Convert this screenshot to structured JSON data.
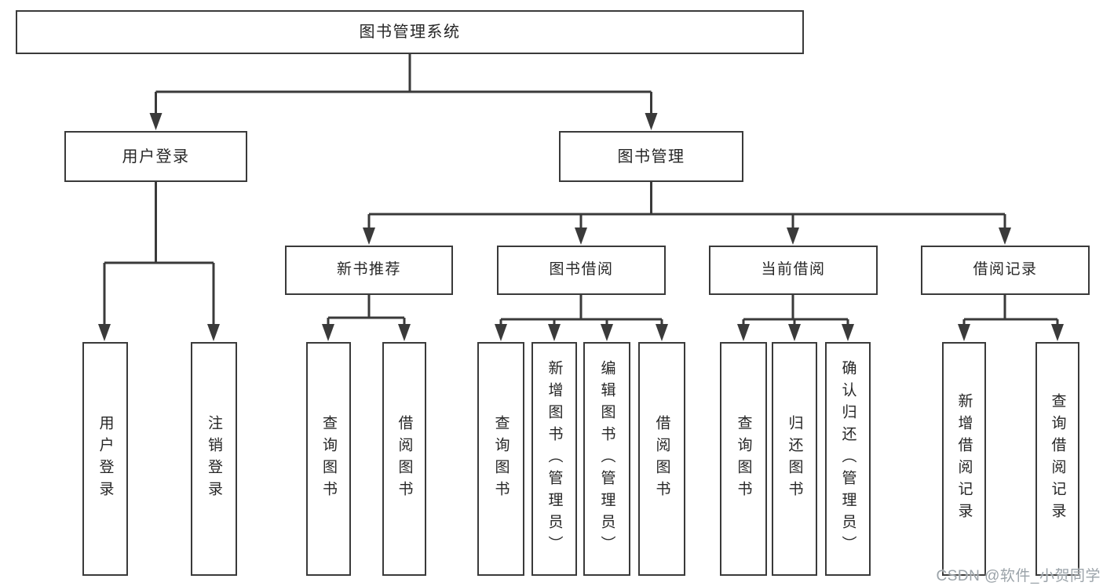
{
  "diagram": {
    "title": "图书管理系统",
    "branches": [
      {
        "label": "用户登录",
        "children": [
          {
            "label": "用户登录"
          },
          {
            "label": "注销登录"
          }
        ]
      },
      {
        "label": "图书管理",
        "children": [
          {
            "label": "新书推荐",
            "children": [
              {
                "label": "查询图书"
              },
              {
                "label": "借阅图书"
              }
            ]
          },
          {
            "label": "图书借阅",
            "children": [
              {
                "label": "查询图书"
              },
              {
                "label": "新增图书（管理员）"
              },
              {
                "label": "编辑图书（管理员）"
              },
              {
                "label": "借阅图书"
              }
            ]
          },
          {
            "label": "当前借阅",
            "children": [
              {
                "label": "查询图书"
              },
              {
                "label": "归还图书"
              },
              {
                "label": "确认归还（管理员）"
              }
            ]
          },
          {
            "label": "借阅记录",
            "children": [
              {
                "label": "新增借阅记录"
              },
              {
                "label": "查询借阅记录"
              }
            ]
          }
        ]
      }
    ]
  },
  "watermark": {
    "text": "CSDN @软件_小贺同学"
  },
  "colors": {
    "line": "#3a3a3a",
    "box_border": "#3a3a3a",
    "text": "#262626",
    "background": "#ffffff",
    "watermark": "#9ba3a9"
  }
}
